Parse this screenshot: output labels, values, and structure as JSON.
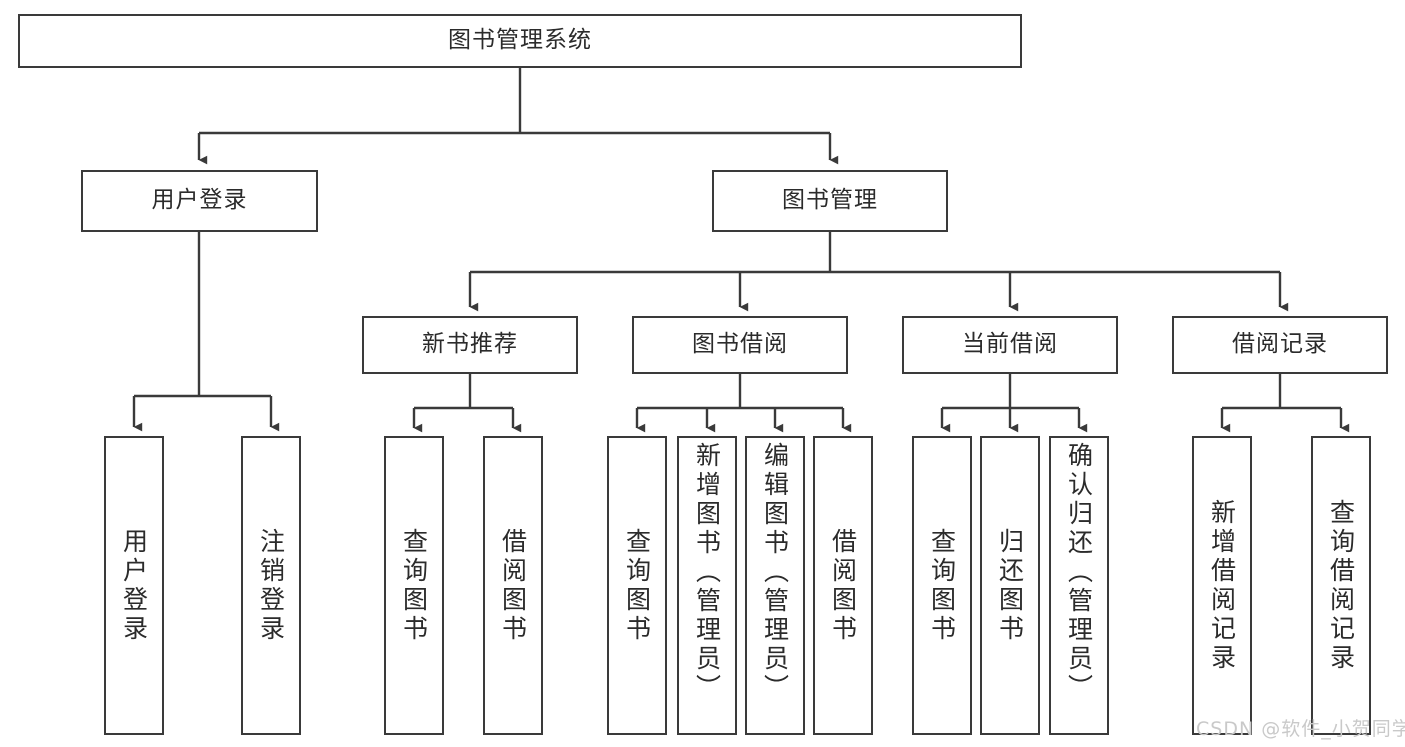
{
  "diagram": {
    "title": "图书管理系统",
    "root": {
      "label": "图书管理系统"
    },
    "level1": [
      {
        "label": "用户登录"
      },
      {
        "label": "图书管理"
      }
    ],
    "level2": [
      {
        "label": "新书推荐"
      },
      {
        "label": "图书借阅"
      },
      {
        "label": "当前借阅"
      },
      {
        "label": "借阅记录"
      }
    ],
    "leaves": {
      "user_login": [
        {
          "label": "用户登录"
        },
        {
          "label": "注销登录"
        }
      ],
      "new_book_recommend": [
        {
          "label": "查询图书"
        },
        {
          "label": "借阅图书"
        }
      ],
      "book_borrow": [
        {
          "label": "查询图书"
        },
        {
          "label": "新增图书（管理员）"
        },
        {
          "label": "编辑图书（管理员）"
        },
        {
          "label": "借阅图书"
        }
      ],
      "current_borrow": [
        {
          "label": "查询图书"
        },
        {
          "label": "归还图书"
        },
        {
          "label": "确认归还（管理员）"
        }
      ],
      "borrow_record": [
        {
          "label": "新增借阅记录"
        },
        {
          "label": "查询借阅记录"
        }
      ]
    },
    "watermark": "CSDN @软件_小贺同学",
    "colors": {
      "border": "#3a3a3a",
      "text": "#2b2b2b",
      "background": "#ffffff",
      "watermark": "#c9c9c9"
    }
  }
}
